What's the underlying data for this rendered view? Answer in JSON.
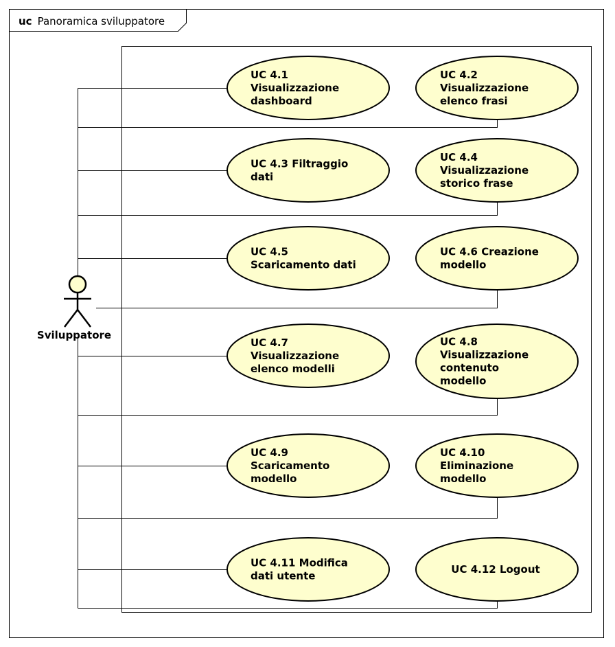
{
  "frame": {
    "keyword": "uc",
    "title": "Panoramica sviluppatore"
  },
  "actor": {
    "name": "Sviluppatore"
  },
  "colors": {
    "usecase_fill": "#FEFECE",
    "stroke": "#000000"
  },
  "usecases": [
    {
      "id": "uc41",
      "lines": [
        "UC 4.1",
        "Visualizzazione",
        "dashboard"
      ]
    },
    {
      "id": "uc42",
      "lines": [
        "UC 4.2",
        "Visualizzazione",
        "elenco frasi"
      ]
    },
    {
      "id": "uc43",
      "lines": [
        "UC 4.3 Filtraggio",
        "dati"
      ]
    },
    {
      "id": "uc44",
      "lines": [
        "UC 4.4",
        "Visualizzazione",
        "storico frase"
      ]
    },
    {
      "id": "uc45",
      "lines": [
        "UC 4.5",
        "Scaricamento dati"
      ]
    },
    {
      "id": "uc46",
      "lines": [
        "UC 4.6 Creazione",
        "modello"
      ]
    },
    {
      "id": "uc47",
      "lines": [
        "UC 4.7",
        "Visualizzazione",
        "elenco modelli"
      ]
    },
    {
      "id": "uc48",
      "lines": [
        "UC 4.8",
        "Visualizzazione",
        "contenuto",
        "modello"
      ]
    },
    {
      "id": "uc49",
      "lines": [
        "UC 4.9",
        "Scaricamento",
        "modello"
      ]
    },
    {
      "id": "uc410",
      "lines": [
        "UC 4.10",
        "Eliminazione",
        "modello"
      ]
    },
    {
      "id": "uc411",
      "lines": [
        "UC 4.11 Modifica",
        "dati utente"
      ]
    },
    {
      "id": "uc412",
      "lines": [
        "UC 4.12 Logout"
      ]
    }
  ]
}
